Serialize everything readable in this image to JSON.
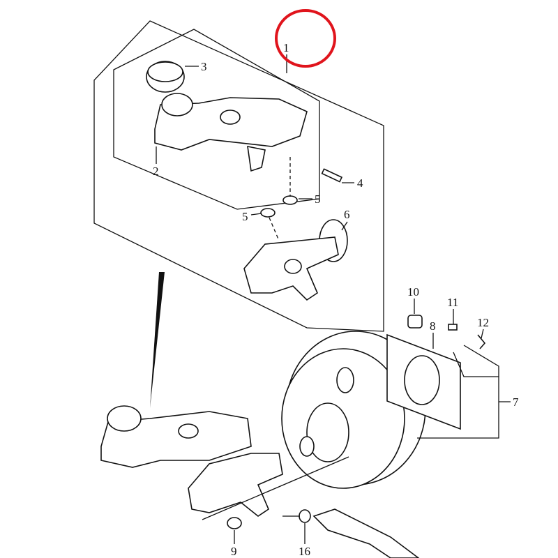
{
  "diagram": {
    "labels": {
      "l1": "1",
      "l2": "2",
      "l3": "3",
      "l4": "4",
      "l5a": "5",
      "l5b": "5",
      "l6": "6",
      "l7": "7",
      "l8": "8",
      "l9": "9",
      "l10": "10",
      "l11": "11",
      "l12": "12",
      "l16": "16"
    },
    "highlight_color": "#e0141c",
    "line_color": "#111111"
  }
}
